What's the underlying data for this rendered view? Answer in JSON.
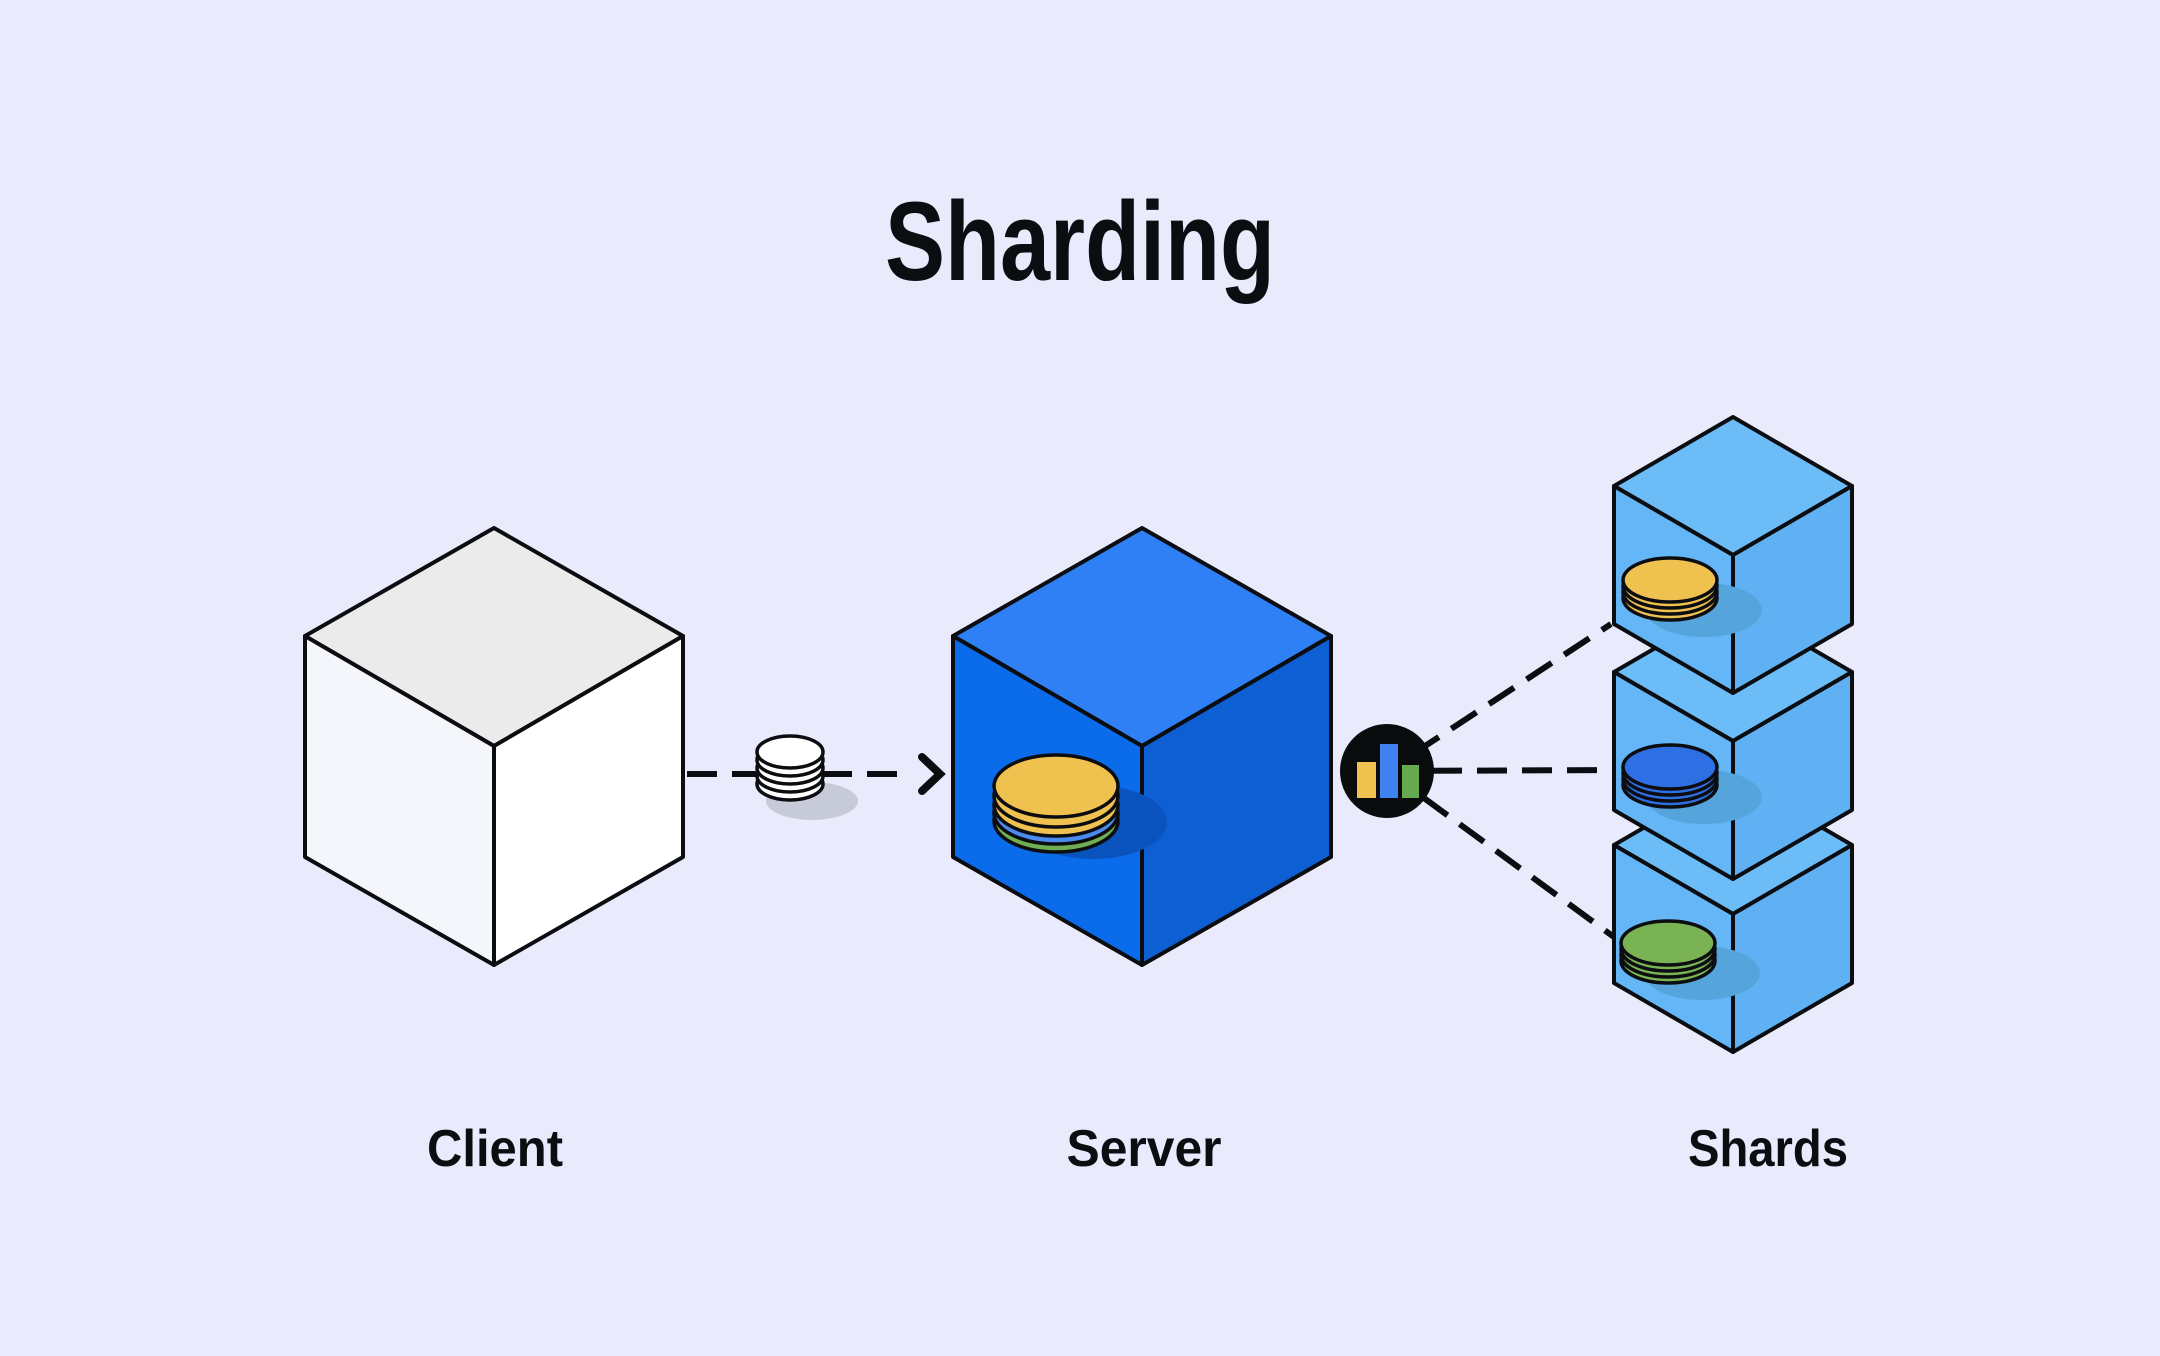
{
  "title": "Sharding",
  "nodes": {
    "client": {
      "label": "Client"
    },
    "server": {
      "label": "Server"
    },
    "shards": {
      "label": "Shards"
    }
  },
  "icons": {
    "request_payload": "database-disks-icon",
    "arrow": "dashed-arrow-right-icon",
    "hub": "bar-chart-in-circle-icon",
    "server_storage": "stacked-disks-yellow-blue-green-icon",
    "shard_1": "stacked-disks-yellow-icon",
    "shard_2": "stacked-disks-blue-icon",
    "shard_3": "stacked-disks-green-icon"
  },
  "colors": {
    "canvas": "#E9EBFC",
    "ink": "#0C0D10",
    "client_top": "#EBEBEC",
    "client_left": "#F5F6FB",
    "client_right": "#FFFFFF",
    "server_top": "#2F80F4",
    "server_left": "#0A6CEA",
    "server_right": "#0E5FD4",
    "server_disk_shadow": "#0A53BE",
    "shard_top": "#6CBCF8",
    "shard_left": "#64B6F6",
    "shard_right": "#5FB1F4",
    "shard_disk_shadow": "#55A4DC",
    "disk_yellow": "#EFC14F",
    "disk_blue": "#2F6FE4",
    "disk_green": "#79B354",
    "server_disk_blue": "#4B8BF0",
    "server_disk_green": "#6FAE52",
    "disk_white": "#FFFFFF",
    "white_disk_shadow": "#C7CAD9",
    "hub_circle": "#0A0B0D",
    "hub_bar_yellow": "#EFC14F",
    "hub_bar_blue": "#3F83F2",
    "hub_bar_green": "#67A94E"
  }
}
